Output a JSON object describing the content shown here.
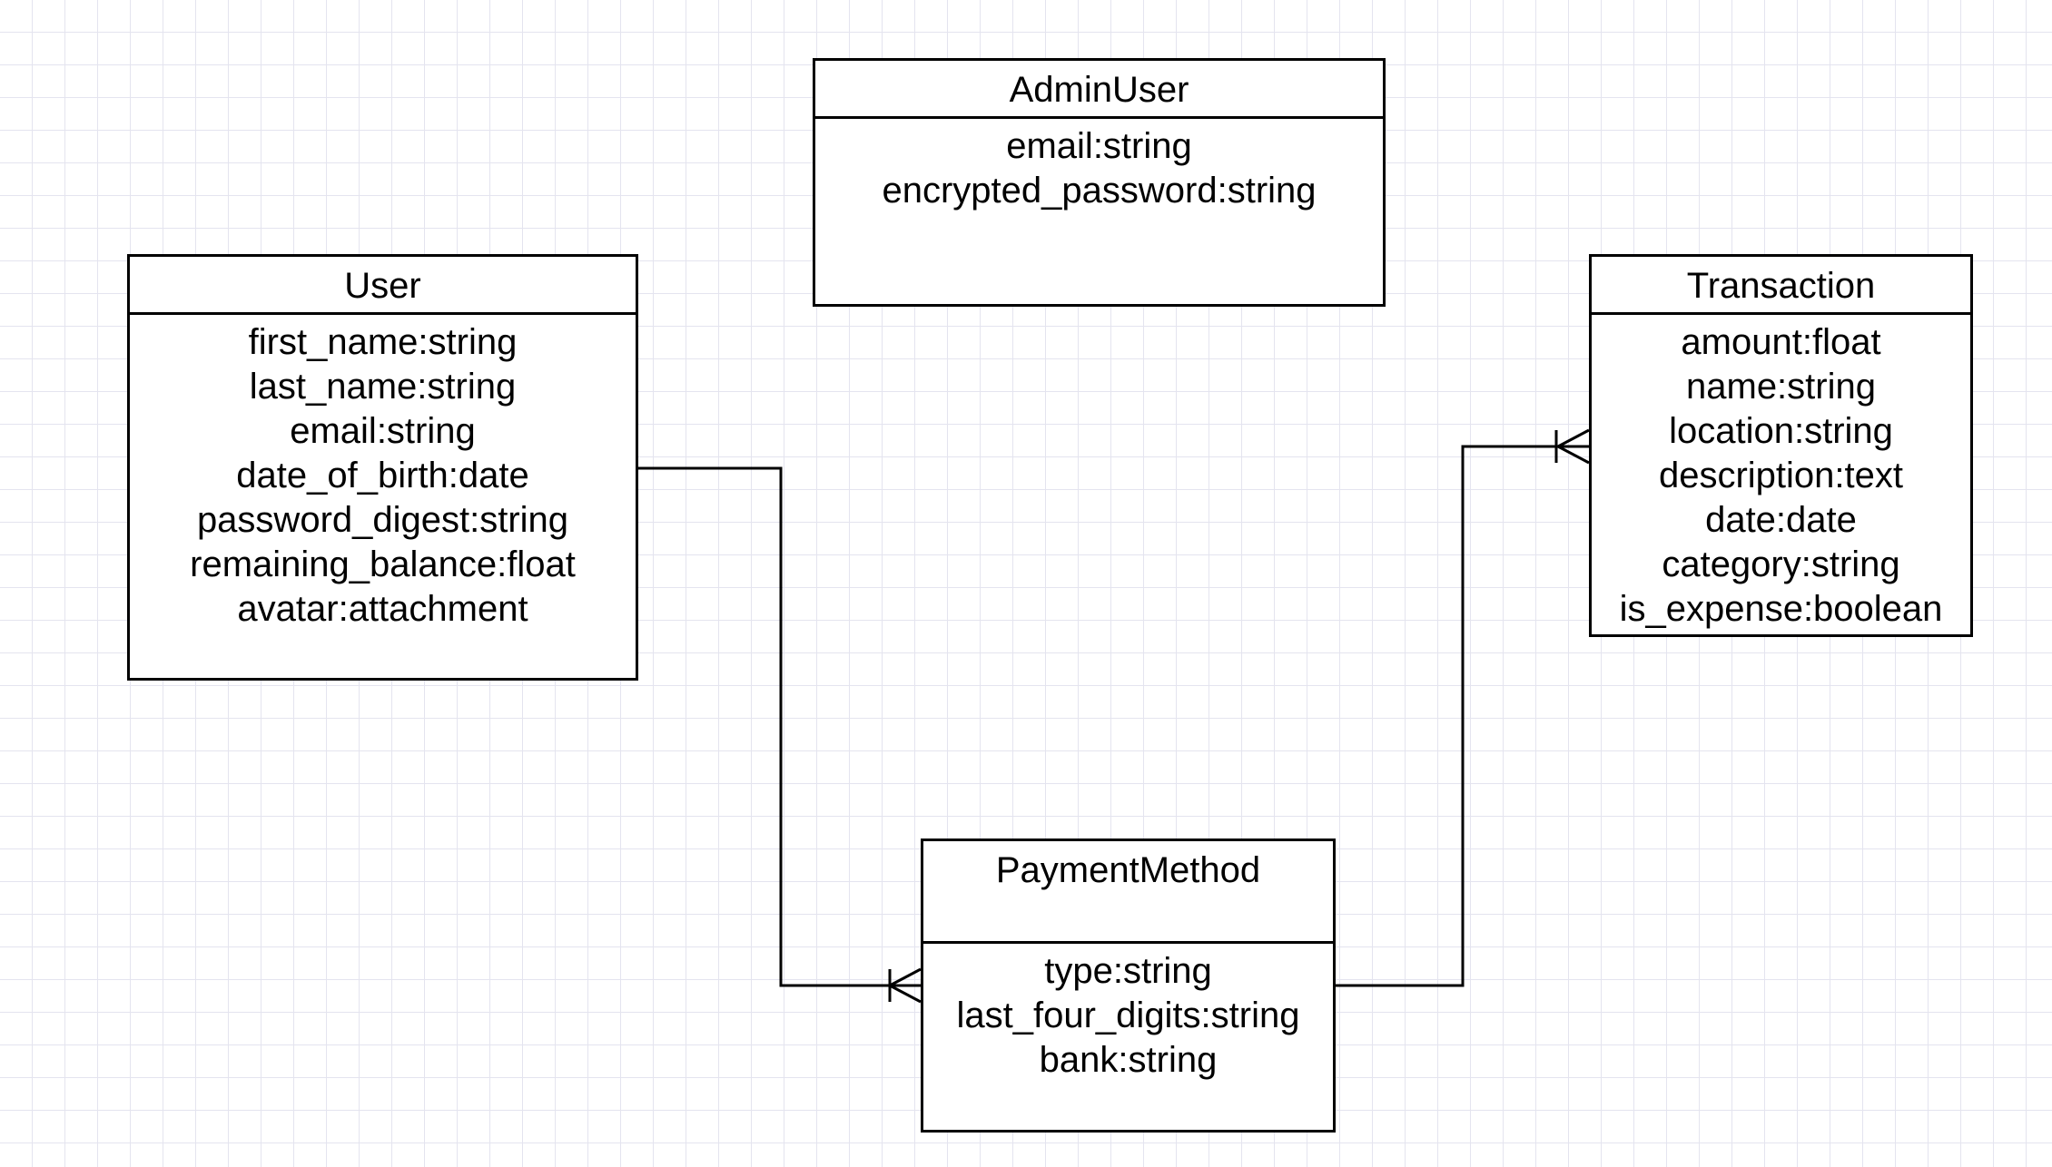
{
  "diagram": {
    "entities": {
      "admin_user": {
        "name": "AdminUser",
        "attributes": [
          "email:string",
          "encrypted_password:string"
        ]
      },
      "user": {
        "name": "User",
        "attributes": [
          "first_name:string",
          "last_name:string",
          "email:string",
          "date_of_birth:date",
          "password_digest:string",
          "remaining_balance:float",
          "avatar:attachment"
        ]
      },
      "transaction": {
        "name": "Transaction",
        "attributes": [
          "amount:float",
          "name:string",
          "location:string",
          "description:text",
          "date:date",
          "category:string",
          "is_expense:boolean"
        ]
      },
      "payment_method": {
        "name": "PaymentMethod",
        "attributes": [
          "type:string",
          "last_four_digits:string",
          "bank:string"
        ]
      }
    },
    "relationships": [
      {
        "from": "User",
        "to": "PaymentMethod",
        "cardinality": "one-to-many"
      },
      {
        "from": "PaymentMethod",
        "to": "Transaction",
        "cardinality": "one-to-many"
      }
    ],
    "colors": {
      "line": "#000000",
      "grid": "#e4e4ef",
      "background": "#ffffff"
    }
  }
}
